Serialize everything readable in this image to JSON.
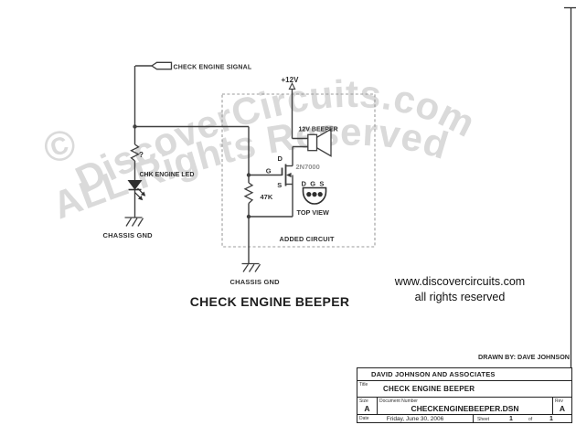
{
  "watermark": {
    "copyright": "©",
    "line1": "DiscoverCircuits.com",
    "line2": "ALL Rights Reserved"
  },
  "schematic": {
    "signal_label": "CHECK ENGINE SIGNAL",
    "supply_label": "+12V",
    "beeper_label": "12V BEEPER",
    "mosfet_part": "2N7000",
    "pin_d": "D",
    "pin_g": "G",
    "pin_s": "S",
    "package_pins": "D G S",
    "package_view_label": "TOP VIEW",
    "resistor_unknown": "?",
    "resistor_value": "47K",
    "led_label": "CHK ENGINE LED",
    "gnd_label": "CHASSIS GND",
    "added_circuit_label": "ADDED CIRCUIT",
    "title": "CHECK ENGINE BEEPER"
  },
  "footer": {
    "site": "www.discovercircuits.com",
    "rights": "all rights reserved",
    "drawn_by": "DRAWN BY: DAVE JOHNSON"
  },
  "title_block": {
    "company": "DAVID JOHNSON AND ASSOCIATES",
    "title_label": "Title",
    "title": "CHECK ENGINE BEEPER",
    "size_label": "Size",
    "size": "A",
    "doc_label": "Document Number",
    "doc": "CHECKENGINEBEEPER.DSN",
    "rev_label": "Rev",
    "rev": "A",
    "date_label": "Date",
    "date": "Friday, June 30, 2006",
    "sheet_label": "Sheet",
    "sheet": "1",
    "of_label": "of",
    "sheet_total": "1"
  },
  "colors": {
    "wire": "#3f3f3f",
    "label": "#2f2f2f",
    "muted_label": "#8f8f8f",
    "watermark": "#dadada",
    "dashed_box": "#9b9b9b"
  }
}
